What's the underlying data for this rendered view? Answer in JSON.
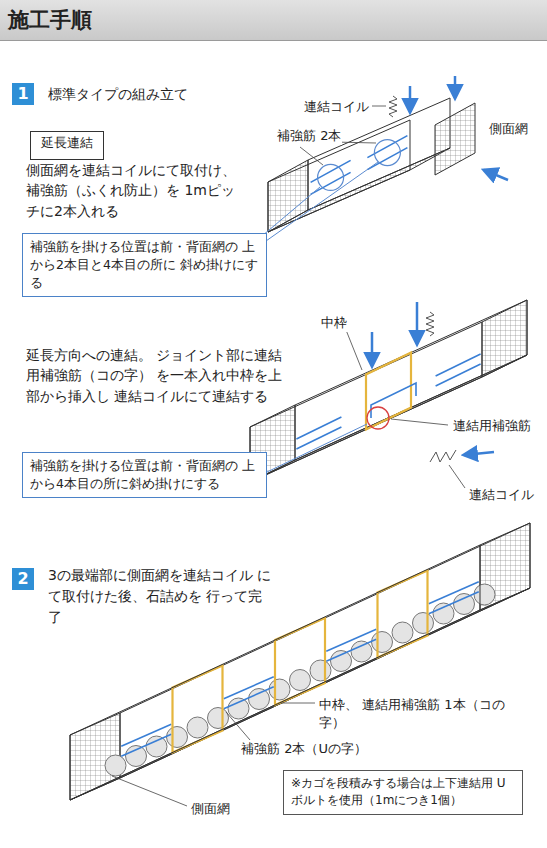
{
  "diagram": {
    "title": "施工手順",
    "nodes": [
      {
        "text": [
          "1",
          "標準タイプの組み立て"
        ]
      },
      {
        "text": [
          "延長連結"
        ]
      },
      {
        "text": [
          "補強筋を掛ける位置は前・背面網の 上から2本目と4本目の所に 斜め掛けにする"
        ]
      },
      {
        "text": [
          "補強筋を掛ける位置は前・背面網の 上から4本目の所に斜め掛けにする"
        ]
      },
      {
        "text": [
          "2",
          "3の最端部に側面網を連結コイル にて取付けた後、石詰めを 行って完了"
        ]
      },
      {
        "text": [
          "※カゴを段積みする場合は上下連結用 Uボルトを使用（1mにつき1個）"
        ]
      }
    ],
    "labels": [
      "側面網を連結コイルにて取付け、 補強筋（ふくれ防止）を 1mピッチに2本入れる",
      "連結コイル",
      "側面網",
      "補強筋 2本",
      "延長方向への連結。 ジョイント部に連結用補強筋（コの字） を一本入れ中枠を上部から挿入し 連結コイルにて連結する",
      "中枠",
      "連結用補強筋",
      "連結コイル",
      "中枠、 連結用補強筋 1本（コの字）",
      "補強筋 2本（Uの字）",
      "側面網"
    ]
  }
}
